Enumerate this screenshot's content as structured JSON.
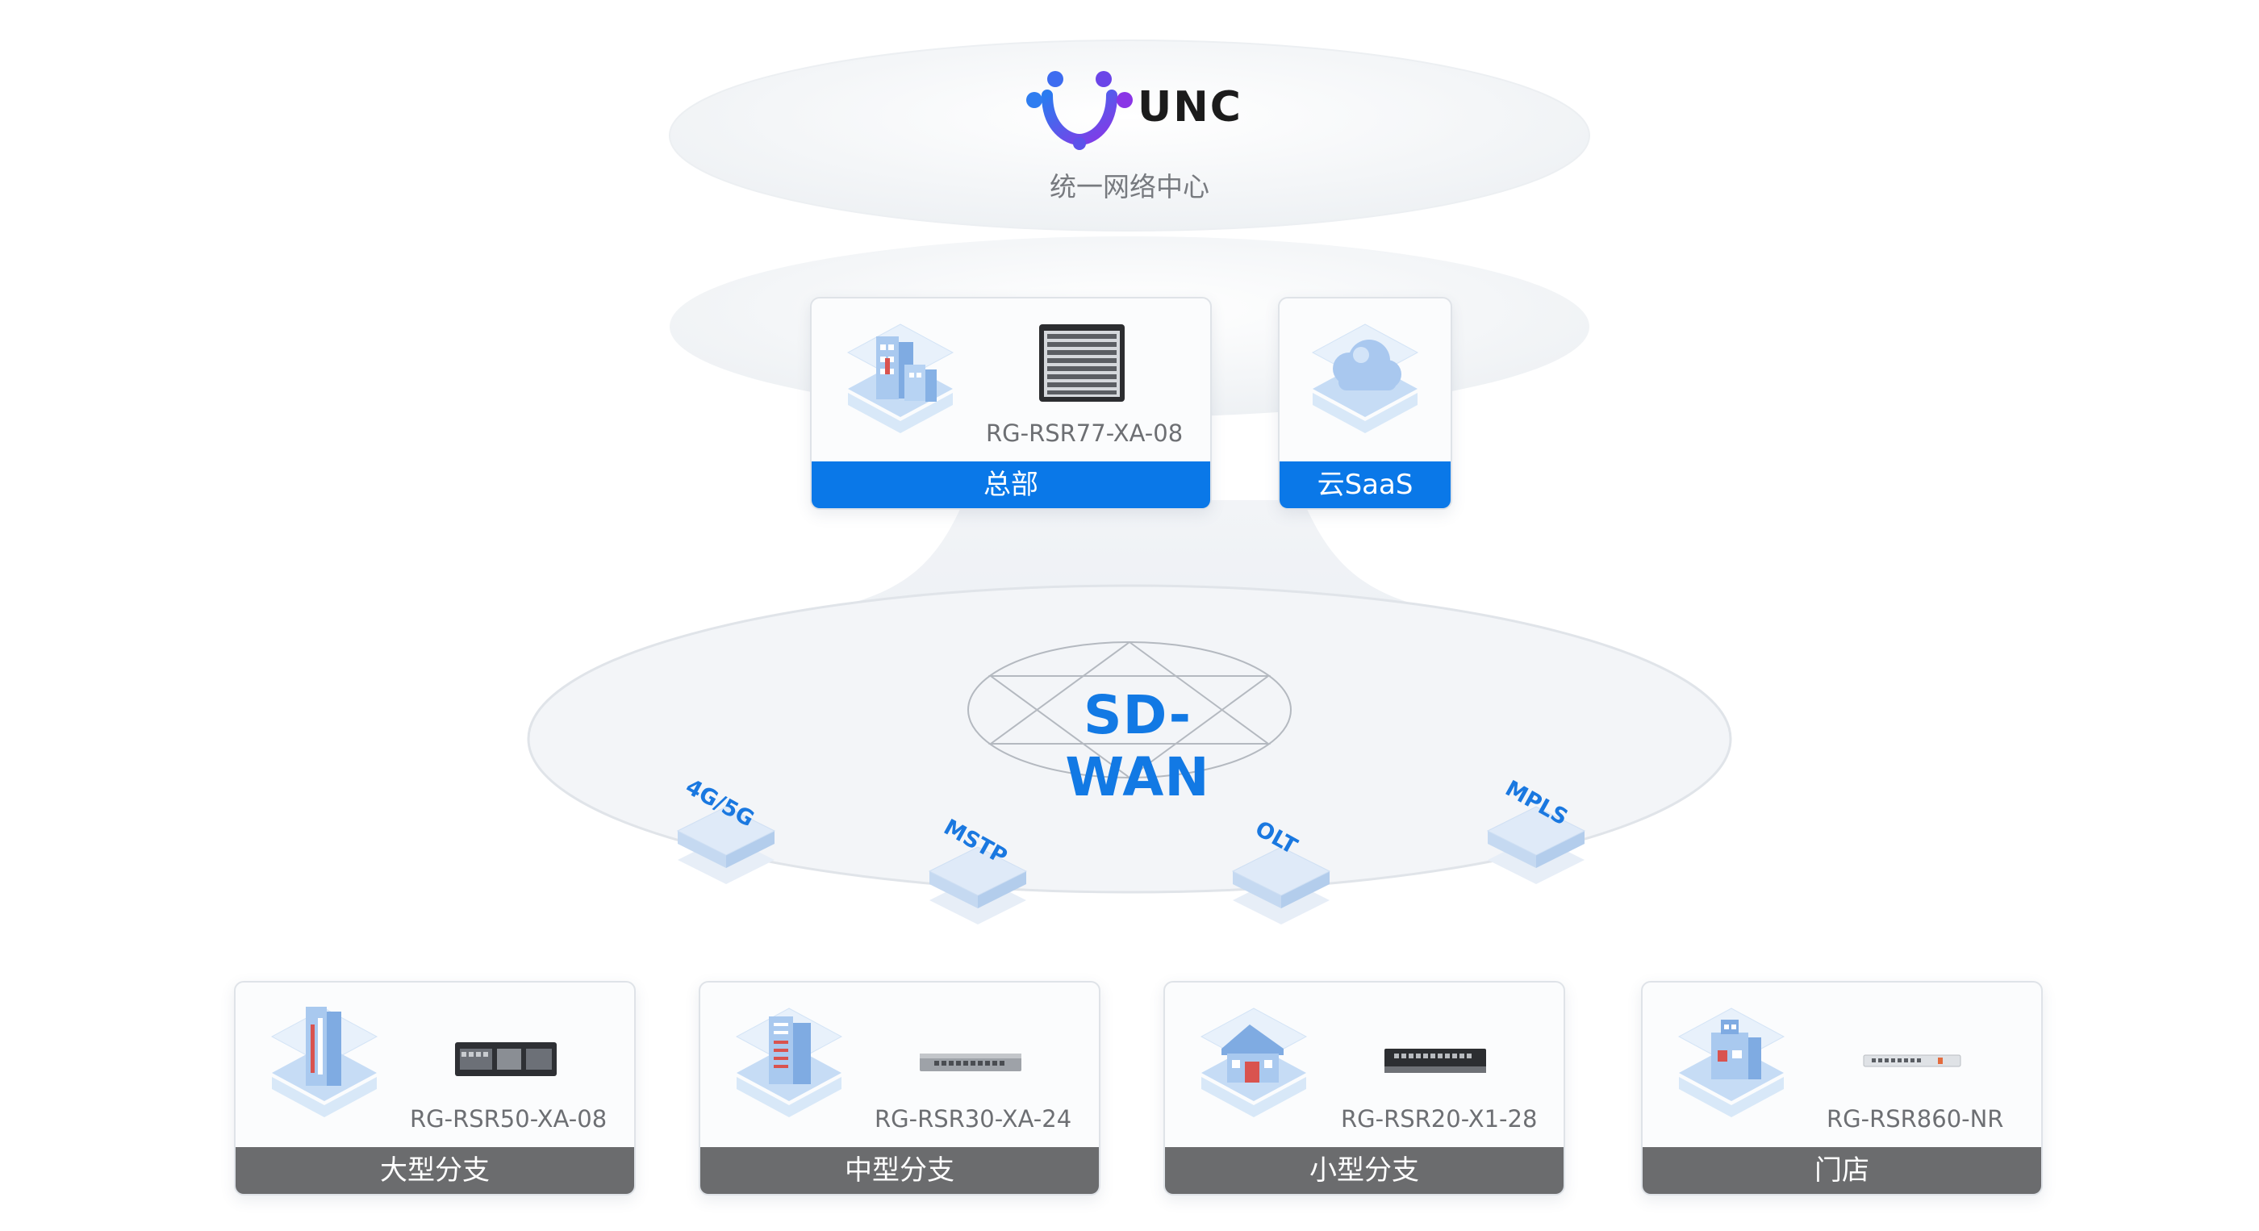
{
  "logo": {
    "brand_text": "UNC",
    "subtitle": "统一网络中心"
  },
  "core": {
    "hq": {
      "label": "总部",
      "model": "RG-RSR77-XA-08",
      "icon": "office-buildings-icon"
    },
    "cloud": {
      "label": "云SaaS",
      "icon": "cloud-icon"
    }
  },
  "network": {
    "title": "SD-WAN",
    "links": [
      {
        "label": "4G/5G"
      },
      {
        "label": "MSTP"
      },
      {
        "label": "OLT"
      },
      {
        "label": "MPLS"
      }
    ]
  },
  "branches": [
    {
      "label": "大型分支",
      "model": "RG-RSR50-XA-08",
      "icon": "tower-building-icon"
    },
    {
      "label": "中型分支",
      "model": "RG-RSR30-XA-24",
      "icon": "mid-building-icon"
    },
    {
      "label": "小型分支",
      "model": "RG-RSR20-X1-28",
      "icon": "house-icon"
    },
    {
      "label": "门店",
      "model": "RG-RSR860-NR",
      "icon": "store-icon"
    }
  ],
  "colors": {
    "accent": "#0a78e8",
    "branch_bar": "#6b6c6e",
    "text_muted": "#6d6f73"
  }
}
